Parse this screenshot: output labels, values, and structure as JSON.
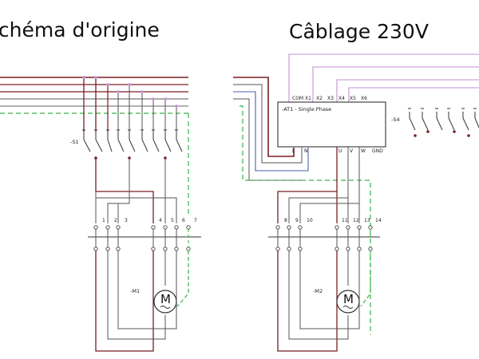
{
  "titles": {
    "left": "Schéma d'origine",
    "right": "Câblage 230V"
  },
  "left": {
    "switch_label": "-S1",
    "motor_label": "-M1",
    "motor_symbol": "M",
    "terminals": [
      "1",
      "2",
      "3",
      "4",
      "5",
      "6",
      "7"
    ]
  },
  "right": {
    "module_label": "-AT1 - Single Phase",
    "module_top_terms": [
      "COM",
      "X1",
      "X2",
      "X3",
      "X4",
      "X5",
      "X6"
    ],
    "module_bottom_terms": [
      "L",
      "N",
      "U",
      "V",
      "W",
      "GND"
    ],
    "switch_label": "-S4",
    "motor_label": "-M2",
    "motor_symbol": "M",
    "terminals": [
      "8",
      "9",
      "10",
      "11",
      "12",
      "13",
      "14"
    ]
  },
  "colors": {
    "phase": "#7a1f24",
    "neutral": "#4a5fb0",
    "earth": "#39b54a",
    "control": "#c58fd6",
    "wire": "#555555",
    "frame": "#333333"
  }
}
